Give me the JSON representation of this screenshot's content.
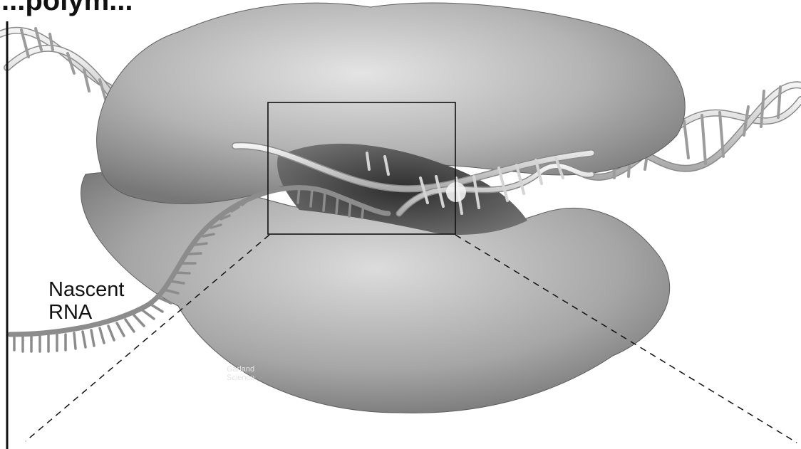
{
  "diagram": {
    "title_fragment": "...polym...",
    "labels": {
      "nascent_rna_line1": "Nascent",
      "nascent_rna_line2": "RNA"
    },
    "watermark": {
      "line1": "Garland",
      "line2": "Science"
    },
    "colors": {
      "background": "#ffffff",
      "enzyme_light": "#d9d9d9",
      "enzyme_mid": "#a8a8a8",
      "enzyme_dark": "#6e6e6e",
      "cleft_dark": "#3a3a3a",
      "dna": "#c9c9c9",
      "rna": "#9a9a9a",
      "lines": "#111111"
    }
  }
}
